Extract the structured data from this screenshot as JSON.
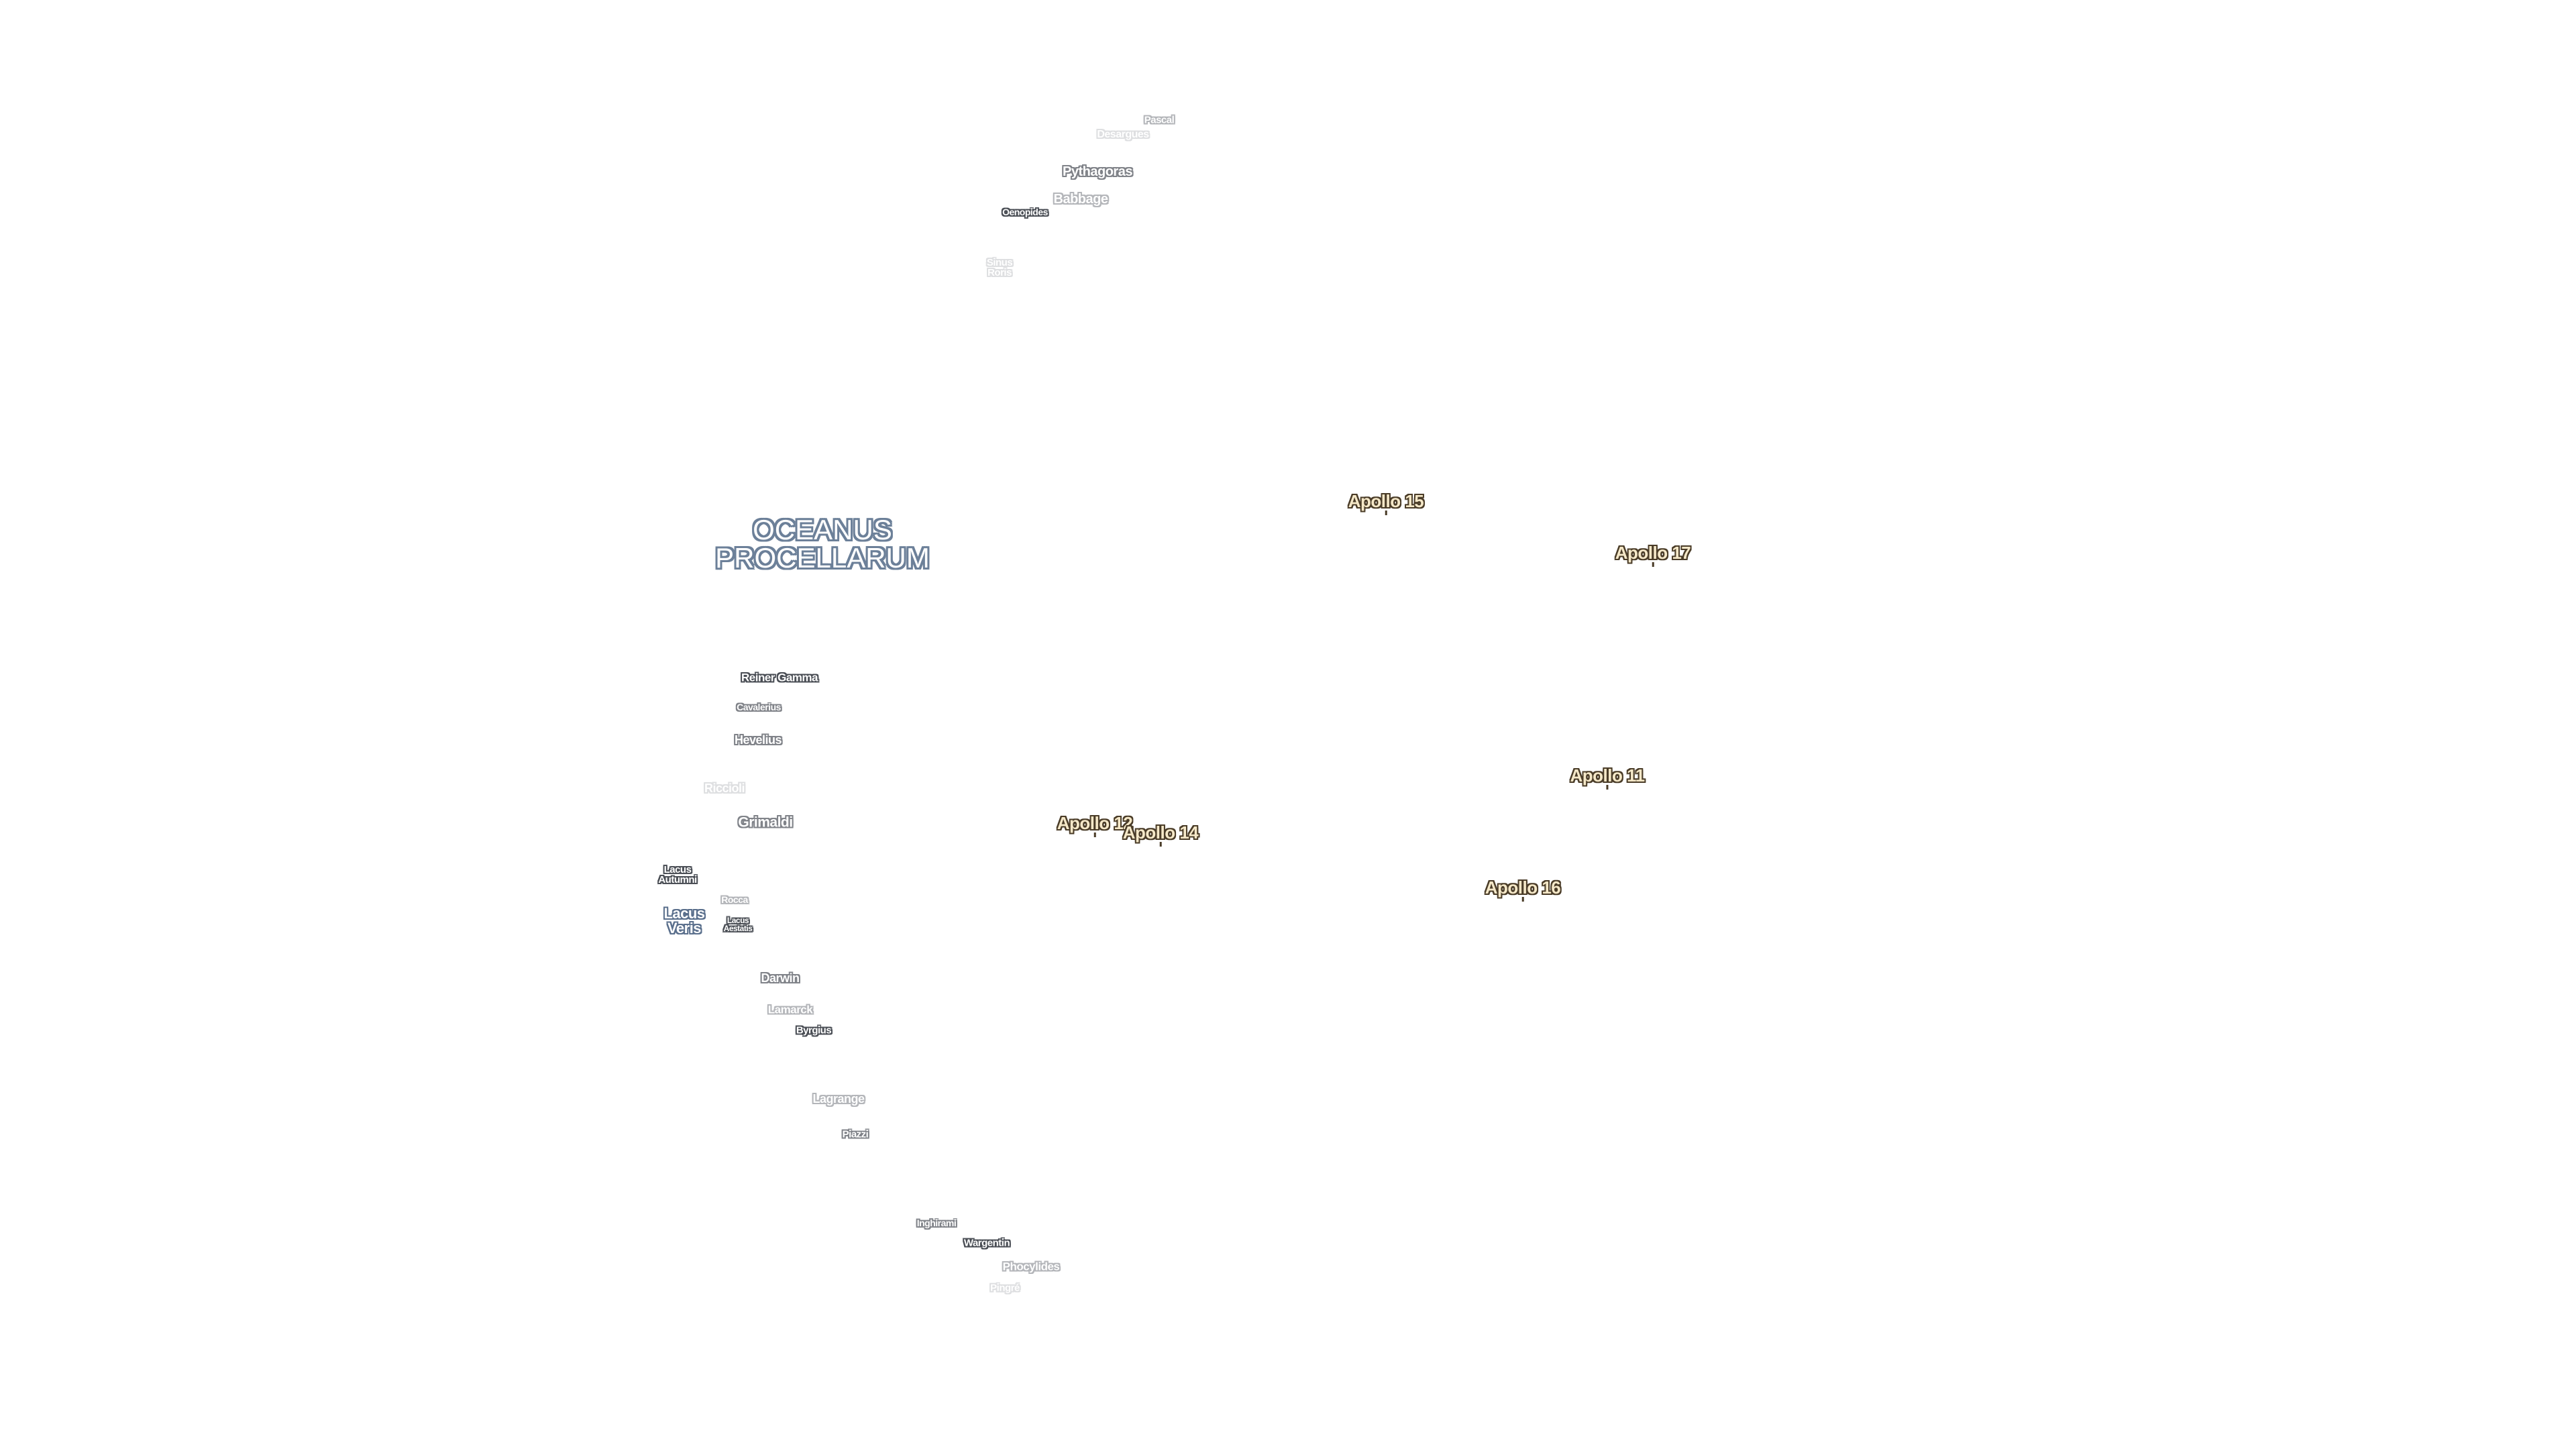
{
  "features": [
    {
      "id": "pascal",
      "text": "Pascal"
    },
    {
      "id": "desargues",
      "text": "Desargues"
    },
    {
      "id": "pythagoras",
      "text": "Pythagoras"
    },
    {
      "id": "babbage",
      "text": "Babbage"
    },
    {
      "id": "oenopides",
      "text": "Oenopides"
    },
    {
      "id": "sinus-roris",
      "text": "Sinus\nRoris"
    },
    {
      "id": "ocean-title",
      "text": "OCEANUS\nPROCELLARUM"
    },
    {
      "id": "reiner-gamma",
      "text": "Reiner Gamma"
    },
    {
      "id": "cavalerius",
      "text": "Cavalerius"
    },
    {
      "id": "hevelius",
      "text": "Hevelius"
    },
    {
      "id": "riccioli",
      "text": "Riccioli"
    },
    {
      "id": "grimaldi",
      "text": "Grimaldi"
    },
    {
      "id": "lacus-autumni",
      "text": "Lacus\nAutumni"
    },
    {
      "id": "rocca",
      "text": "Rocca"
    },
    {
      "id": "lacus-veris",
      "text": "Lacus\nVeris"
    },
    {
      "id": "lacus-aestatis",
      "text": "Lacus\nAestatis"
    },
    {
      "id": "darwin",
      "text": "Darwin"
    },
    {
      "id": "lamarck",
      "text": "Lamarck"
    },
    {
      "id": "byrgius",
      "text": "Byrgius"
    },
    {
      "id": "lagrange",
      "text": "Lagrange"
    },
    {
      "id": "piazzi",
      "text": "Piazzi"
    },
    {
      "id": "inghirami",
      "text": "Inghirami"
    },
    {
      "id": "wargentin",
      "text": "Wargentin"
    },
    {
      "id": "phocylides",
      "text": "Phocylides"
    },
    {
      "id": "pingre",
      "text": "Pingré"
    }
  ],
  "apollo_sites": [
    {
      "id": "apollo-15",
      "text": "Apollo 15"
    },
    {
      "id": "apollo-17",
      "text": "Apollo 17"
    },
    {
      "id": "apollo-11",
      "text": "Apollo 11"
    },
    {
      "id": "apollo-12",
      "text": "Apollo 12"
    },
    {
      "id": "apollo-14",
      "text": "Apollo 14"
    },
    {
      "id": "apollo-16",
      "text": "Apollo 16"
    }
  ],
  "colors": {
    "background": "#ffffff",
    "feature_outline_dark": "#4a4e55",
    "feature_outline_mid": "#808389",
    "feature_outline_light": "#b4b6ba",
    "ocean_outline": "#6c8099",
    "apollo_fill": "#f5e8c8",
    "apollo_outline": "#4a3c28"
  }
}
